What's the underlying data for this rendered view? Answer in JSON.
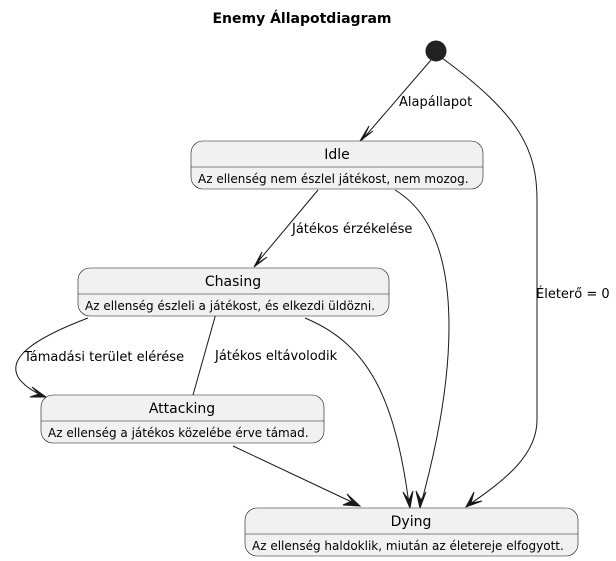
{
  "title": "Enemy Állapotdiagram",
  "states": {
    "idle": {
      "name": "Idle",
      "description": "Az ellenség nem észlel játékost, nem mozog."
    },
    "chasing": {
      "name": "Chasing",
      "description": "Az ellenség észleli a játékost, és elkezdi üldözni."
    },
    "attacking": {
      "name": "Attacking",
      "description": "Az ellenség a játékos közelébe érve támad."
    },
    "dying": {
      "name": "Dying",
      "description": "Az ellenség haldoklik, miután az életereje elfogyott."
    }
  },
  "transitions": {
    "start_to_idle": "Alapállapot",
    "idle_to_chasing": "Játékos érzékelése",
    "chasing_to_attacking": "Támadási terület elérése",
    "attacking_to_chasing": "Játékos eltávolodik",
    "start_to_dying": "Életerő = 0"
  },
  "colors": {
    "state_fill": "#f1f1f1",
    "stroke": "#181818",
    "start": "#222222"
  }
}
